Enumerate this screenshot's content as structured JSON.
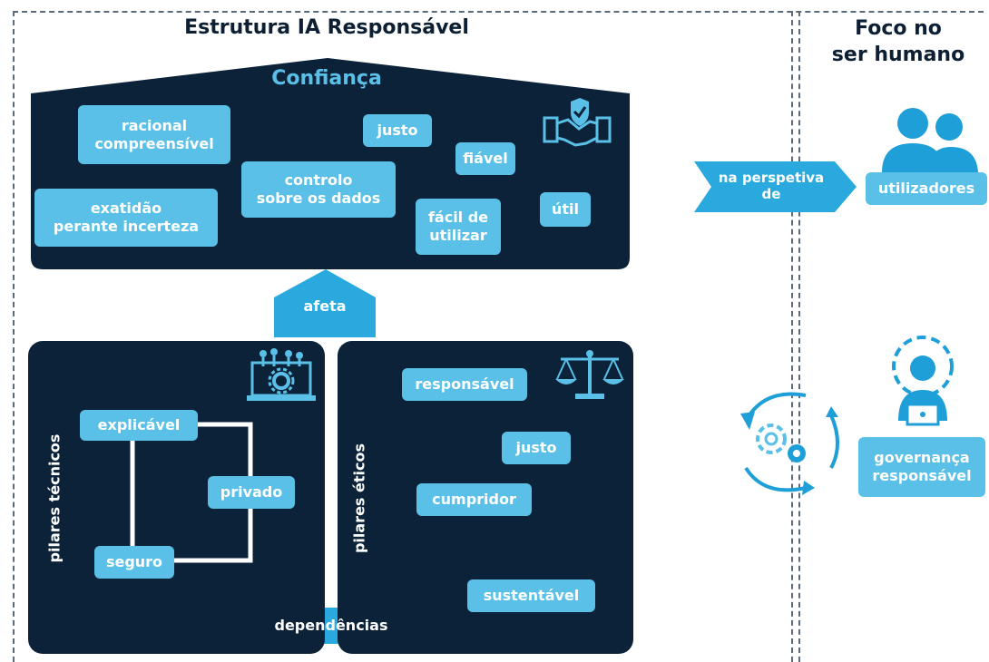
{
  "titles": {
    "main": "Estrutura IA Responsável",
    "right": "Foco no\nser humano"
  },
  "trust": {
    "title": "Confiança",
    "chips": [
      "racional\ncompreensível",
      "justo",
      "fiável",
      "controlo\nsobre os dados",
      "exatidão\nperante incerteza",
      "fácil de\nutilizar",
      "útil"
    ]
  },
  "connectors": {
    "affects": "afeta",
    "dependencies": "dependências"
  },
  "technical": {
    "label": "pilares técnicos",
    "chips": [
      "explicável",
      "privado",
      "seguro"
    ]
  },
  "ethical": {
    "label": "pilares éticos",
    "chips": [
      "responsável",
      "justo",
      "cumpridor",
      "sustentável"
    ]
  },
  "human": {
    "perspective": "na perspetiva\nde",
    "users": "utilizadores",
    "governance": "governança\nresponsável"
  },
  "colors": {
    "navy": "#0b2238",
    "chip": "#5ac0e8",
    "accent": "#1f9fd8",
    "trust_title": "#5ac0e8"
  },
  "icons": [
    "handshake-shield-icon",
    "laptop-circuit-gear-icon",
    "scales-icon",
    "users-icon",
    "gear-person-icon",
    "cycle-gears-icon"
  ]
}
